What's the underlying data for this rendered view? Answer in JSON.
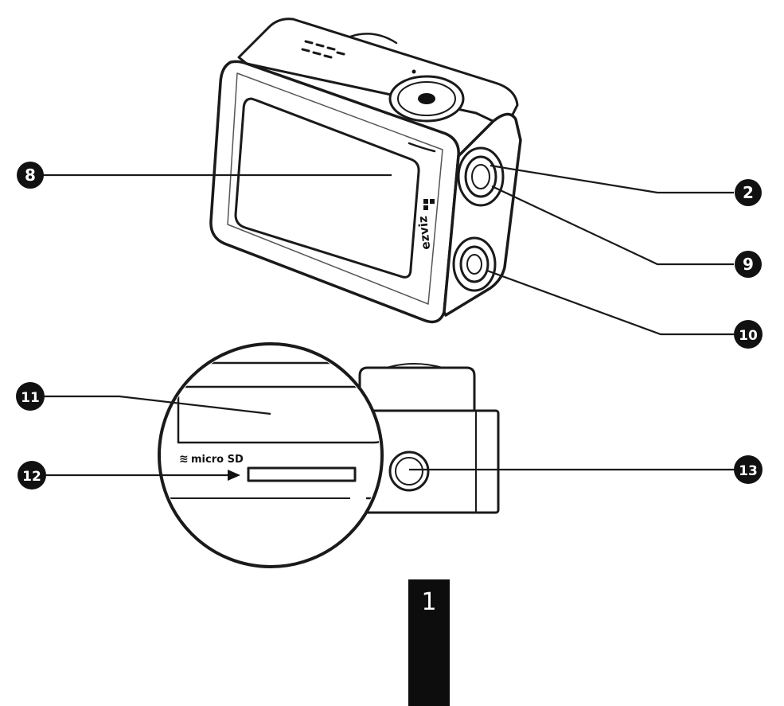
{
  "colors": {
    "ink": "#111111",
    "line": "#1a1a1a",
    "paper": "#ffffff",
    "page_tab": "#0d0d0d"
  },
  "callouts": [
    {
      "id": "8",
      "label": "8"
    },
    {
      "id": "2",
      "label": "2"
    },
    {
      "id": "9",
      "label": "9"
    },
    {
      "id": "10",
      "label": "10"
    },
    {
      "id": "11",
      "label": "11"
    },
    {
      "id": "12",
      "label": "12"
    },
    {
      "id": "13",
      "label": "13"
    }
  ],
  "camera": {
    "brand_text": "ezviz"
  },
  "detail": {
    "sd_slot_label": "micro SD"
  },
  "page_tab": {
    "number": "1"
  }
}
